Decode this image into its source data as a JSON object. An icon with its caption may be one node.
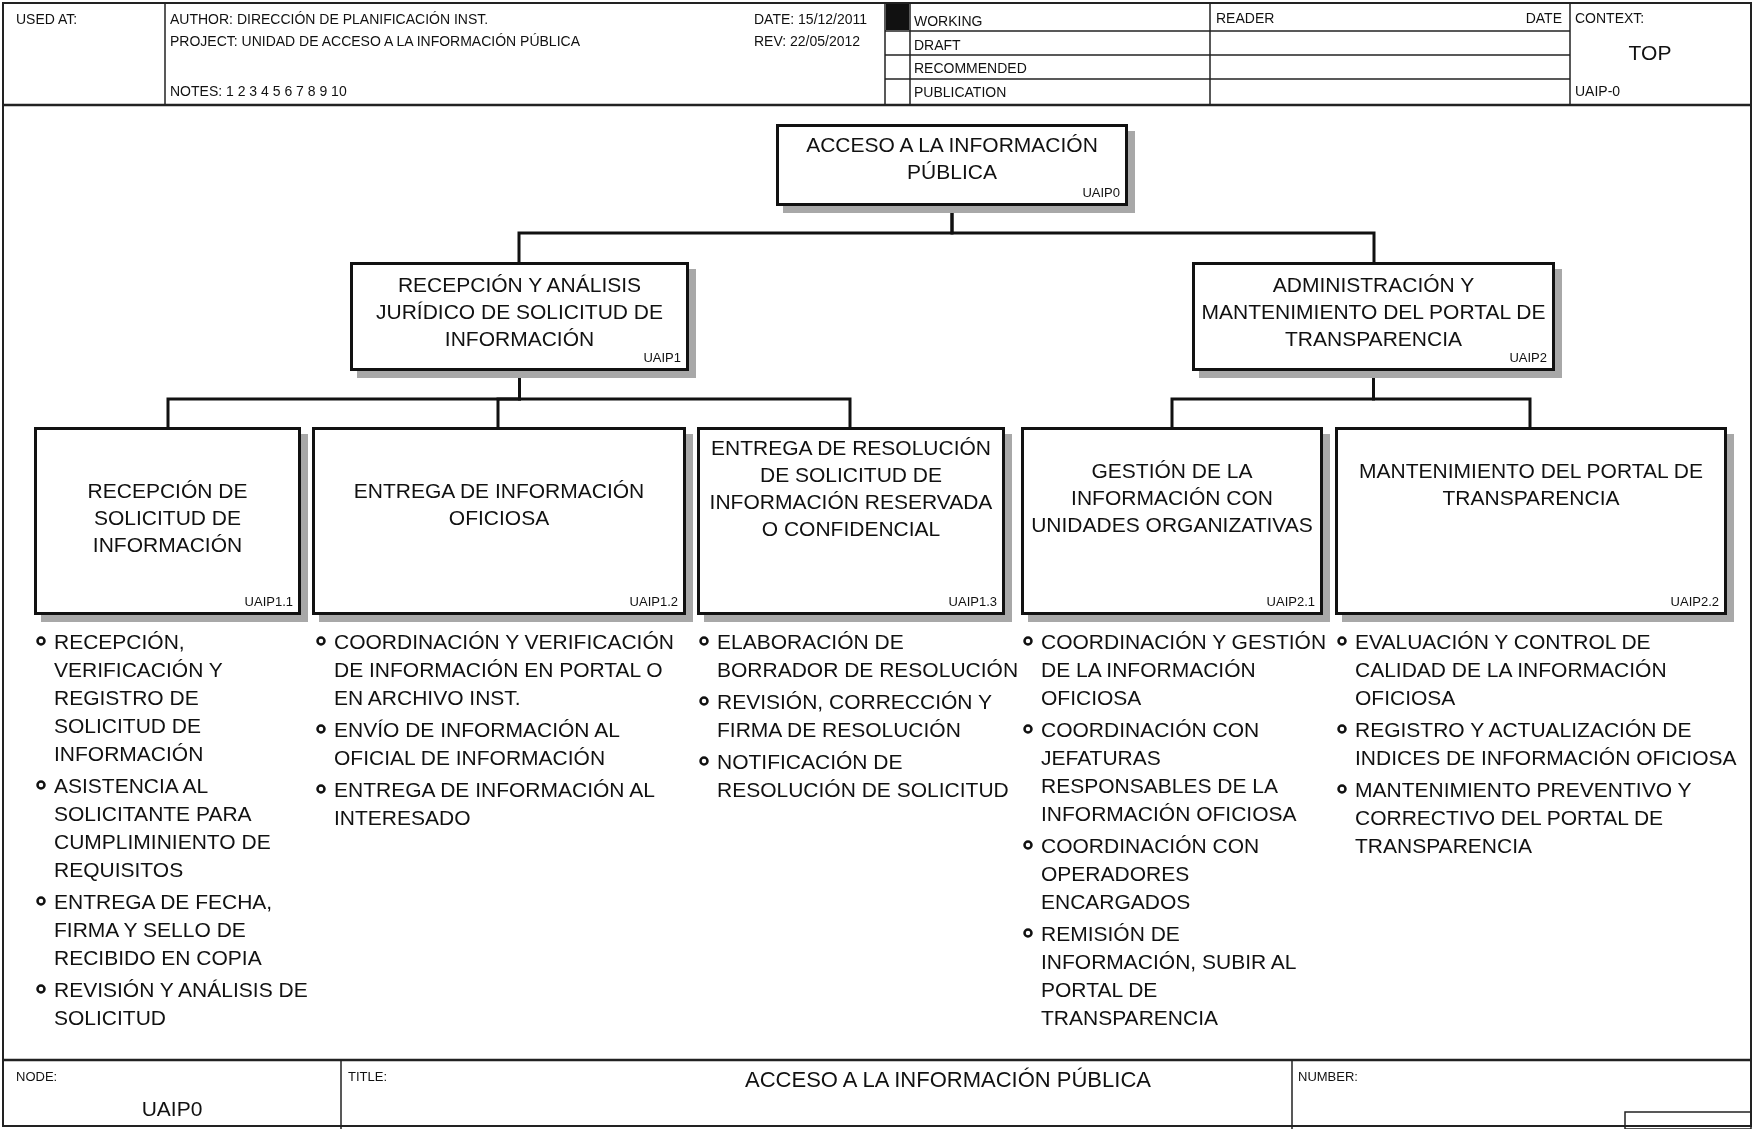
{
  "diagram": {
    "title": "ACCESO A LA  INFORMACIÓN PÚBLICA",
    "nodes": [
      {
        "text": [
          "ACCESO A LA  INFORMACIÓN PÚBLICA",
          "UAIP0"
        ]
      },
      {
        "text": [
          "RECEPCIÓN Y ANÁLISIS JURÍDICO DE SOLICITUD DE INFORMACIÓN",
          "UAIP1"
        ]
      },
      {
        "text": [
          "ADMINISTRACIÓN Y MANTENIMIENTO DEL PORTAL DE TRANSPARENCIA",
          "UAIP2"
        ]
      },
      {
        "text": [
          "RECEPCIÓN DE SOLICITUD DE INFORMACIÓN",
          "UAIP1.1"
        ],
        "beside": [
          "RECEPCIÓN, VERIFICACIÓN Y REGISTRO DE SOLICITUD DE INFORMACIÓN",
          "ASISTENCIA AL SOLICITANTE PARA CUMPLIMINIENTO DE REQUISITOS",
          "ENTREGA DE  FECHA, FIRMA Y  SELLO DE RECIBIDO EN COPIA",
          "REVISIÓN Y ANÁLISIS DE SOLICITUD"
        ]
      },
      {
        "text": [
          "ENTREGA DE INFORMACIÓN OFICIOSA",
          "UAIP1.2"
        ],
        "beside": [
          "COORDINACIÓN Y VERIFICACIÓN DE INFORMACIÓN EN  PORTAL O EN ARCHIVO INST.",
          "ENVÍO DE INFORMACIÓN  AL OFICIAL DE INFORMACIÓN",
          "ENTREGA DE INFORMACIÓN AL INTERESADO"
        ]
      },
      {
        "text": [
          "ENTREGA DE RESOLUCIÓN DE SOLICITUD DE INFORMACIÓN RESERVADA O CONFIDENCIAL",
          "UAIP1.3"
        ],
        "beside": [
          "ELABORACIÓN DE BORRADOR DE RESOLUCIÓN",
          "REVISIÓN, CORRECCIÓN Y FIRMA DE RESOLUCIÓN",
          "NOTIFICACIÓN DE RESOLUCIÓN DE SOLICITUD"
        ]
      },
      {
        "text": [
          "GESTIÓN DE LA INFORMACIÓN CON  UNIDADES ORGANIZATIVAS",
          "UAIP2.1"
        ],
        "beside": [
          "COORDINACIÓN Y GESTIÓN DE LA INFORMACIÓN OFICIOSA",
          "COORDINACIÓN CON JEFATURAS RESPONSABLES DE LA INFORMACIÓN OFICIOSA",
          "COORDINACIÓN CON OPERADORES ENCARGADOS",
          "REMISIÓN DE INFORMACIÓN, SUBIR AL PORTAL DE TRANSPARENCIA"
        ]
      },
      {
        "text": [
          "MANTENIMIENTO DEL  PORTAL DE TRANSPARENCIA",
          "UAIP2.2"
        ],
        "beside": [
          "EVALUACIÓN Y CONTROL DE CALIDAD DE LA  INFORMACIÓN OFICIOSA",
          "REGISTRO Y  ACTUALIZACIÓN DE INDICES DE  INFORMACIÓN OFICIOSA",
          "MANTENIMIENTO  PREVENTIVO Y CORRECTIVO DEL  PORTAL DE TRANSPARENCIA"
        ]
      }
    ],
    "edges": [
      {
        "from": 0,
        "to": 1,
        "arrow": "none"
      },
      {
        "from": 0,
        "to": 2,
        "arrow": "none"
      },
      {
        "from": 1,
        "to": 3,
        "arrow": "none"
      },
      {
        "from": 1,
        "to": 4,
        "arrow": "none"
      },
      {
        "from": 1,
        "to": 5,
        "arrow": "none"
      },
      {
        "from": 2,
        "to": 6,
        "arrow": "none"
      },
      {
        "from": 2,
        "to": 7,
        "arrow": "none"
      }
    ],
    "labels": [
      "USED AT:",
      "AUTHOR:  DIRECCIÓN DE PLANIFICACIÓN INST.",
      "DATE:  15/12/2011",
      "WORKING",
      "READER",
      "DATE",
      "CONTEXT:",
      "PROJECT:  UNIDAD DE ACCESO A LA INFORMACIÓN PÚBLICA",
      "REV:   22/05/2012",
      "DRAFT",
      "TOP",
      "RECOMMENDED",
      "NOTES:  1  2  3  4  5  6  7  8  9  10",
      "PUBLICATION",
      "UAIP-0",
      "NODE:",
      "TITLE:",
      "NUMBER:",
      "UAIP0"
    ]
  }
}
